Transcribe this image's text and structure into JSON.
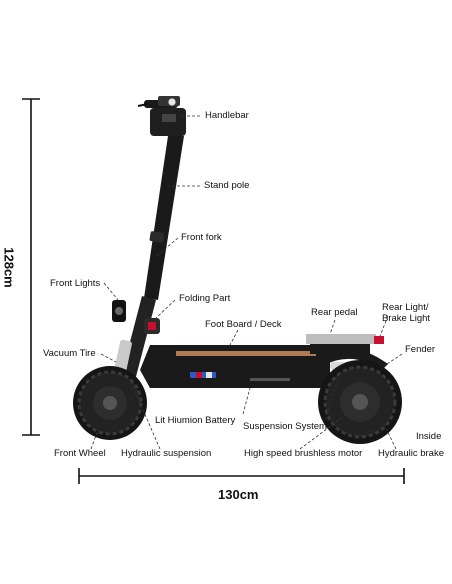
{
  "dimensions": {
    "height": "128cm",
    "length": "130cm"
  },
  "labels": {
    "handlebar": "Handlebar",
    "stand_pole": "Stand pole",
    "front_fork": "Front fork",
    "front_lights": "Front Lights",
    "folding_part": "Folding Part",
    "foot_board": "Foot Board / Deck",
    "rear_pedal": "Rear pedal",
    "rear_light_line1": "Rear Light/",
    "rear_light_line2": "Brake Light",
    "vacuum_tire": "Vacuum Tire",
    "fender": "Fender",
    "lit_battery": "Lit Hiumion Battery",
    "suspension_system": "Suspension System",
    "inside": "Inside",
    "front_wheel": "Front Wheel",
    "hydraulic_suspension": "Hydraulic suspension",
    "brushless_motor": "High speed brushless motor",
    "hydraulic_brake": "Hydraulic brake"
  },
  "colors": {
    "frame": "#1a1a1a",
    "deck_accent": "#b07a55",
    "light_red": "#c8102e",
    "badge_blue": "#2a5cc8"
  }
}
